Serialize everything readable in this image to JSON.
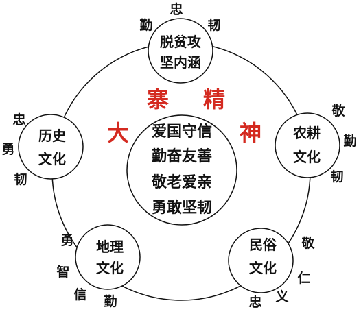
{
  "title_chars": [
    "大",
    "寨",
    "精",
    "神"
  ],
  "accent_color": "#d42a20",
  "line_color": "#111111",
  "center": {
    "lines": [
      "爱国守信",
      "勤奋友善",
      "敬老爱亲",
      "勇敢坚韧"
    ]
  },
  "nodes": {
    "top": {
      "lines": [
        "脱贫攻",
        "坚内涵"
      ],
      "virtues": [
        "忠",
        "勤",
        "韧"
      ]
    },
    "left": {
      "lines": [
        "历史",
        "文化"
      ],
      "virtues": [
        "忠",
        "勇",
        "韧"
      ]
    },
    "right": {
      "lines": [
        "农耕",
        "文化"
      ],
      "virtues": [
        "敬",
        "勤",
        "韧"
      ]
    },
    "bottom_left": {
      "lines": [
        "地理",
        "文化"
      ],
      "virtues": [
        "勇",
        "智",
        "信",
        "勤"
      ]
    },
    "bottom_right": {
      "lines": [
        "民俗",
        "文化"
      ],
      "virtues": [
        "敬",
        "仁",
        "义",
        "忠"
      ]
    }
  }
}
